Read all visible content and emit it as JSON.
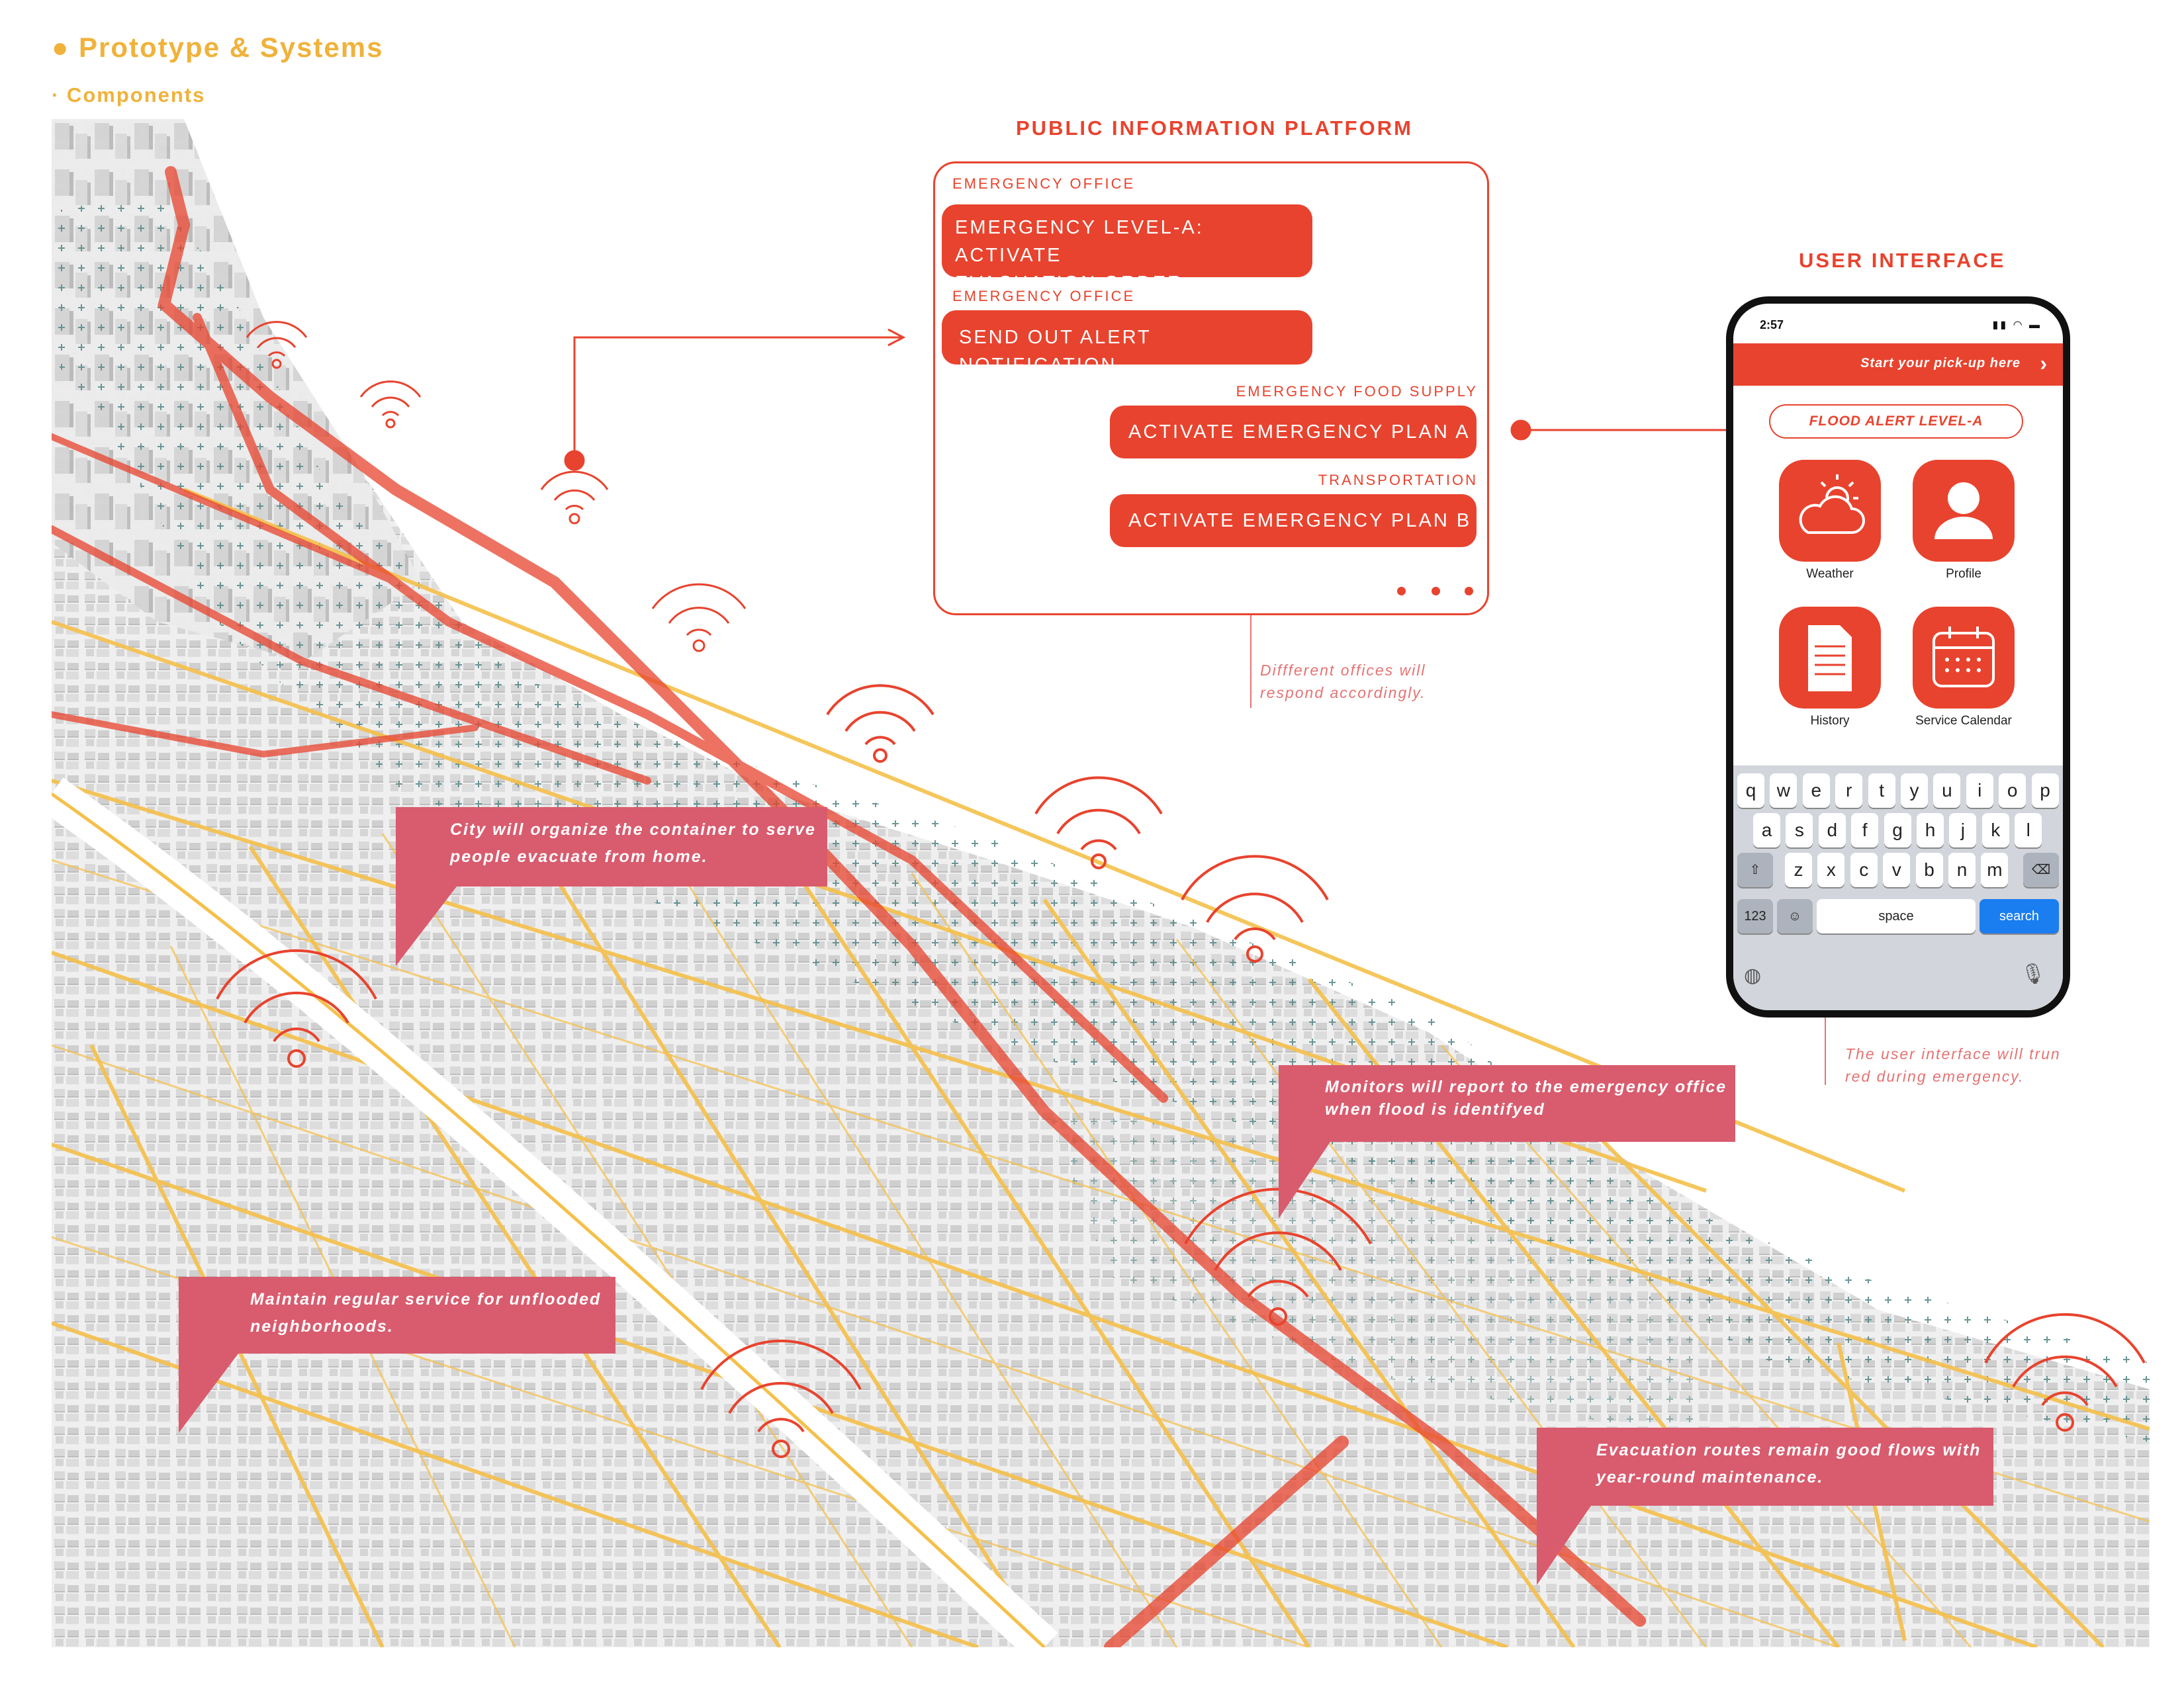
{
  "header": {
    "title": "● Prototype & Systems",
    "subtitle": "· Components"
  },
  "platform": {
    "heading": "PUBLIC INFORMATION PLATFORM",
    "messages": [
      {
        "sender": "EMERGENCY OFFICE",
        "lines": [
          "EMERGENCY LEVEL-A: ACTIVATE",
          "EVACUATION ORDER"
        ]
      },
      {
        "sender": "EMERGENCY OFFICE",
        "text": "SEND OUT ALERT NOTIFICATION"
      },
      {
        "sender": "EMERGENCY FOOD SUPPLY",
        "text": "ACTIVATE EMERGENCY PLAN A"
      },
      {
        "sender": "TRANSPORTATION",
        "text": "ACTIVATE EMERGENCY PLAN B"
      }
    ],
    "note": [
      "Diffferent offices will",
      "respond accordingly."
    ]
  },
  "ui": {
    "heading": "USER INTERFACE",
    "phone": {
      "time": "2:57",
      "banner": "Start your pick-up here",
      "alert": "FLOOD ALERT LEVEL-A",
      "apps": [
        {
          "label": "Weather",
          "icon": "weather-icon"
        },
        {
          "label": "Profile",
          "icon": "profile-icon"
        },
        {
          "label": "History",
          "icon": "history-icon"
        },
        {
          "label": "Service Calendar",
          "icon": "calendar-icon"
        }
      ],
      "keyboard": {
        "row1": [
          "q",
          "w",
          "e",
          "r",
          "t",
          "y",
          "u",
          "i",
          "o",
          "p"
        ],
        "row2": [
          "a",
          "s",
          "d",
          "f",
          "g",
          "h",
          "j",
          "k",
          "l"
        ],
        "row3": [
          "z",
          "x",
          "c",
          "v",
          "b",
          "n",
          "m"
        ],
        "num": "123",
        "space": "space",
        "search": "search"
      }
    },
    "note": [
      "The user interface will trun",
      "red during emergency."
    ]
  },
  "callouts": [
    {
      "lines": [
        "City will organize the container to serve",
        "people evacuate from home."
      ]
    },
    {
      "lines": [
        "Monitors will report to the emergency office",
        "when flood is identifyed"
      ]
    },
    {
      "lines": [
        "Maintain regular service for unflooded",
        "neighborhoods."
      ]
    },
    {
      "lines": [
        "Evacuation routes remain good flows with",
        "year-round maintenance."
      ]
    }
  ],
  "colors": {
    "accent": "#e8432e",
    "callout": "#d95b6e",
    "street": "#f5c04a",
    "title": "#f0b23a",
    "block": "#dcdcdc",
    "cross": "#5b8a8a"
  }
}
